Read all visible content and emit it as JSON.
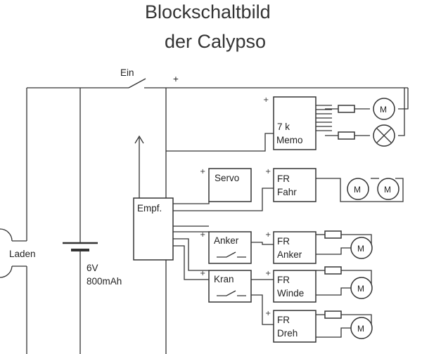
{
  "title": {
    "line1": "Blockschaltbild",
    "line2": "der Calypso"
  },
  "labels": {
    "switch": "Ein",
    "plus_top": "+",
    "charge": "Laden",
    "battery_voltage": "6V",
    "battery_capacity": "800mAh",
    "receiver": "Empf.",
    "servo": "Servo",
    "memo_line1": "7 k",
    "memo_line2": "Memo",
    "fr_fahr_line1": "FR",
    "fr_fahr_line2": "Fahr",
    "anker_switch": "Anker",
    "kran_switch": "Kran",
    "fr_anker_line1": "FR",
    "fr_anker_line2": "Anker",
    "fr_winde_line1": "FR",
    "fr_winde_line2": "Winde",
    "fr_dreh_line1": "FR",
    "fr_dreh_line2": "Dreh",
    "motor": "M",
    "plus_sign": "+"
  }
}
